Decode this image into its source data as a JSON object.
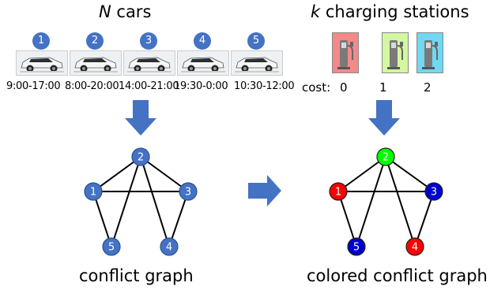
{
  "cars_title": {
    "var": "N",
    "text": " cars"
  },
  "stations_title": {
    "var": "k",
    "text": " charging stations"
  },
  "cars": [
    {
      "id": "1",
      "time": "9:00-17:00"
    },
    {
      "id": "2",
      "time": "8:00-20:00"
    },
    {
      "id": "3",
      "time": "14:00-21:00"
    },
    {
      "id": "4",
      "time": "19:30-0:00"
    },
    {
      "id": "5",
      "time": "10:30-12:00"
    }
  ],
  "stations": [
    {
      "color": "#f4898a",
      "cost": "0"
    },
    {
      "color": "#d4f7a0",
      "cost": "1"
    },
    {
      "color": "#6fd8f2",
      "cost": "2"
    }
  ],
  "cost_label": "cost:",
  "left_caption": "conflict graph",
  "right_caption": "colored conflict graph",
  "colors": {
    "node_default": "#4472c4",
    "arrow": "#4472c4",
    "red": "#ff0000",
    "green": "#00ff00",
    "blue": "#0000cc"
  },
  "graph": {
    "nodes": [
      "1",
      "2",
      "3",
      "4",
      "5"
    ],
    "edges": [
      [
        "2",
        "1"
      ],
      [
        "2",
        "3"
      ],
      [
        "2",
        "4"
      ],
      [
        "2",
        "5"
      ],
      [
        "1",
        "3"
      ],
      [
        "1",
        "5"
      ],
      [
        "3",
        "4"
      ]
    ]
  },
  "coloring": {
    "1": "red",
    "2": "green",
    "3": "blue",
    "4": "red",
    "5": "blue"
  }
}
